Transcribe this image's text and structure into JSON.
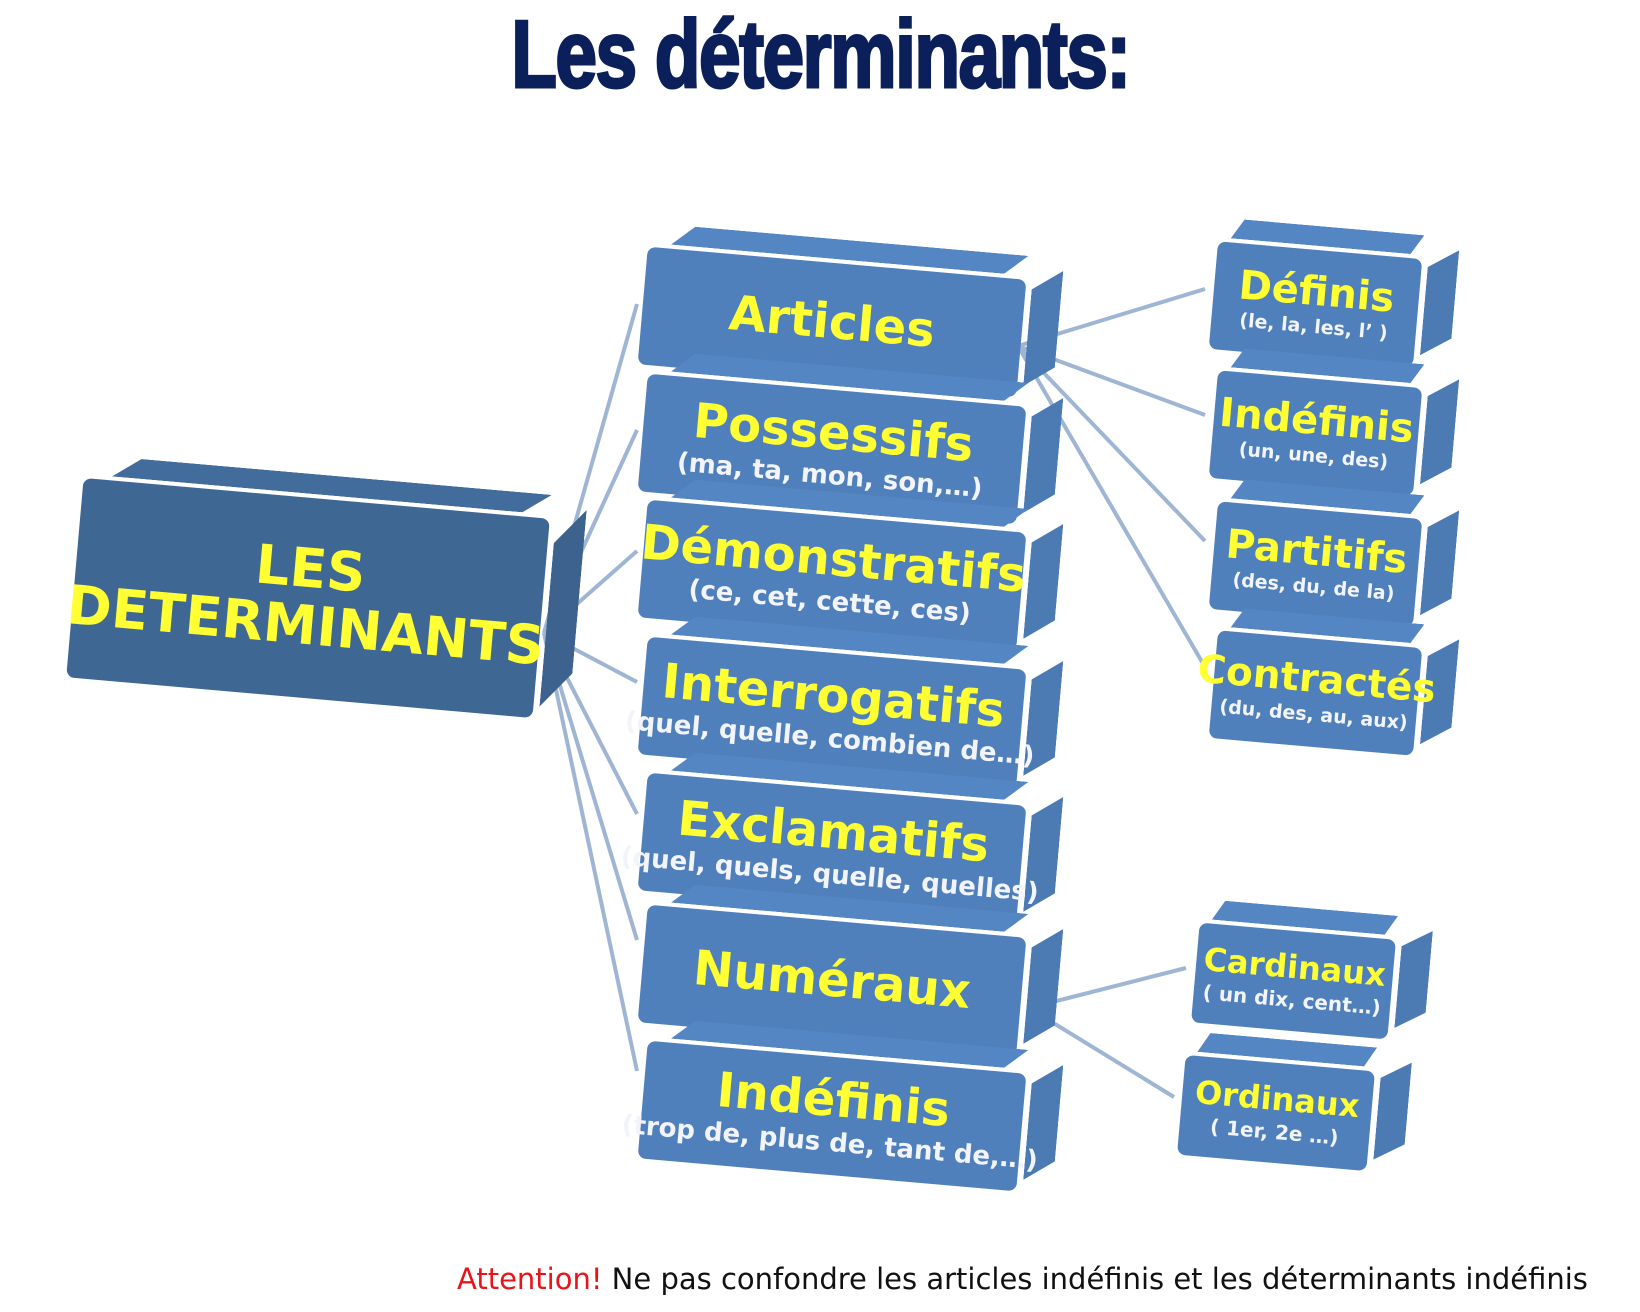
{
  "title": "Les déterminants:",
  "colors": {
    "box": "#5080bb",
    "main_box": "#3f6794",
    "label": "#ffff33",
    "link": "#9fb5d4",
    "title": "#0b1f5a",
    "warning": "#e8141a"
  },
  "root": {
    "label_line1": "LES",
    "label_line2": "DETERMINANTS"
  },
  "categories": [
    {
      "label": "Articles",
      "examples": ""
    },
    {
      "label": "Possessifs",
      "examples": "(ma, ta, mon, son,…)"
    },
    {
      "label": "Démonstratifs",
      "examples": "(ce, cet, cette, ces)"
    },
    {
      "label": "Interrogatifs",
      "examples": "(quel, quelle, combien de…)"
    },
    {
      "label": "Exclamatifs",
      "examples": "(quel, quels, quelle, quelles)"
    },
    {
      "label": "Numéraux",
      "examples": ""
    },
    {
      "label": "Indéfinis",
      "examples": "(trop de, plus de, tant de,…)"
    }
  ],
  "article_types": [
    {
      "label": "Définis",
      "examples": "(le, la, les, l’ )"
    },
    {
      "label": "Indéfinis",
      "examples": "(un, une, des)"
    },
    {
      "label": "Partitifs",
      "examples": "(des, du, de la)"
    },
    {
      "label": "Contractés",
      "examples": "(du, des, au, aux)"
    }
  ],
  "numeral_types": [
    {
      "label": "Cardinaux",
      "examples": "( un dix, cent…)"
    },
    {
      "label": "Ordinaux",
      "examples": "( 1er, 2e …)"
    }
  ],
  "footer": {
    "warning": "Attention!",
    "text": " Ne pas confondre les articles indéfinis et les déterminants indéfinis"
  }
}
